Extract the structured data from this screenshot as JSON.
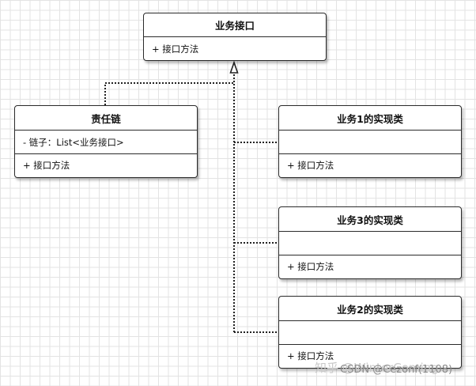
{
  "interface": {
    "name": "业务接口",
    "method": "+ 接口方法"
  },
  "chain": {
    "name": "责任链",
    "attribute": "- 链子：List<业务接口>",
    "method": "+ 接口方法"
  },
  "impl1": {
    "name": "业务1的实现类",
    "method": "+ 接口方法"
  },
  "impl3": {
    "name": "业务3的实现类",
    "method": "+ 接口方法"
  },
  "impl2": {
    "name": "业务2的实现类",
    "method": "+ 接口方法"
  },
  "watermarks": {
    "zhihu": "知乎 @WinterComing",
    "csdn": "CSDN @Cezonf(1108)"
  }
}
